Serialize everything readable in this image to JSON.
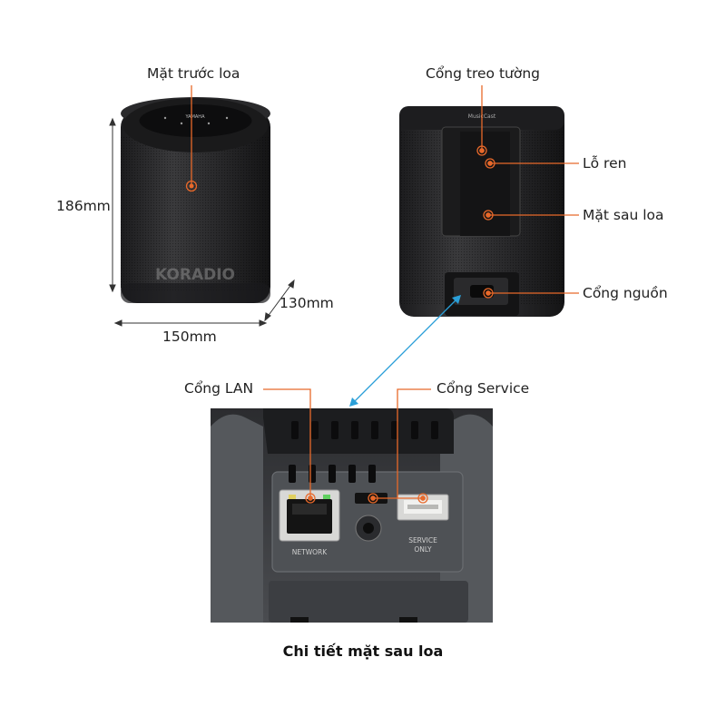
{
  "labels": {
    "front": "Mặt trước loa",
    "wall_mount": "Cổng treo tường",
    "thread_hole": "Lỗ ren",
    "back_face": "Mặt sau loa",
    "power_port": "Cổng nguồn",
    "lan_port": "Cổng LAN",
    "service_port": "Cổng Service"
  },
  "dimensions": {
    "height": "186mm",
    "width": "150mm",
    "depth": "130mm"
  },
  "device_marks": {
    "front_brand": "YAMAHA",
    "back_brand": "MusicCast",
    "watermark": "KORADIO",
    "port_network": "NETWORK",
    "port_service_1": "SERVICE",
    "port_service_2": "ONLY"
  },
  "caption": "Chi tiết mặt sau loa",
  "colors": {
    "callout": "#e8692a",
    "zoom_arrow": "#2a9fd8",
    "dimension_line": "#333333"
  }
}
